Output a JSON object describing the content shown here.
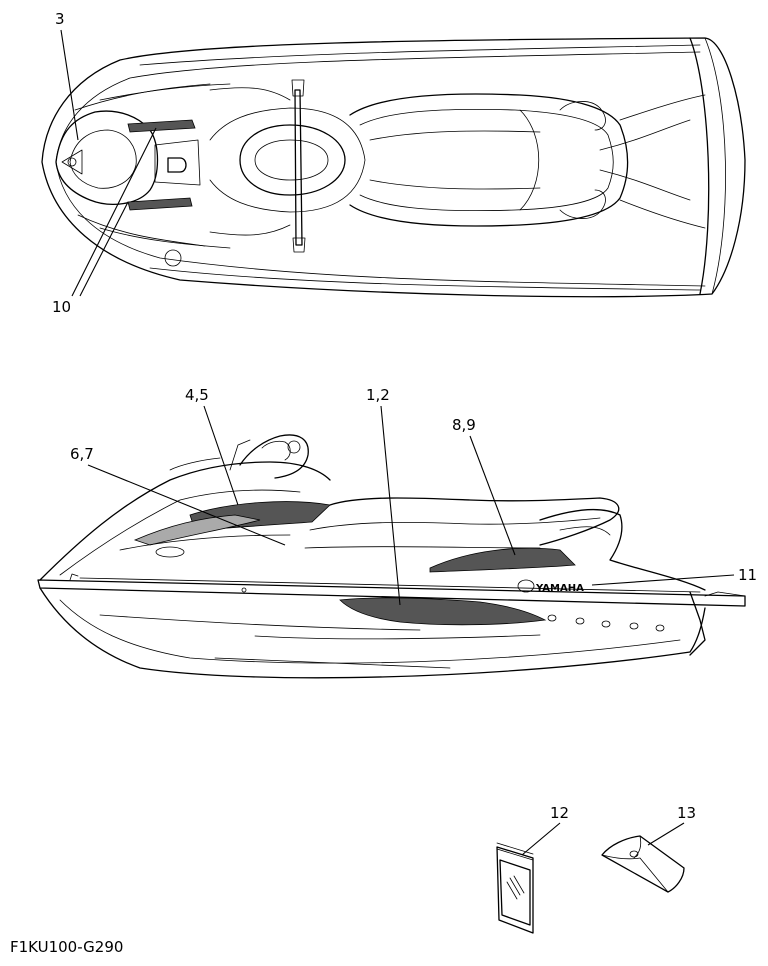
{
  "callouts": {
    "c3": "3",
    "c10": "10",
    "c45": "4,5",
    "c12b": "1,2",
    "c89": "8,9",
    "c67": "6,7",
    "c11": "11",
    "c12": "12",
    "c13": "13"
  },
  "figure_code": "F1KU100-G290",
  "brand_text": "YAMAHA"
}
